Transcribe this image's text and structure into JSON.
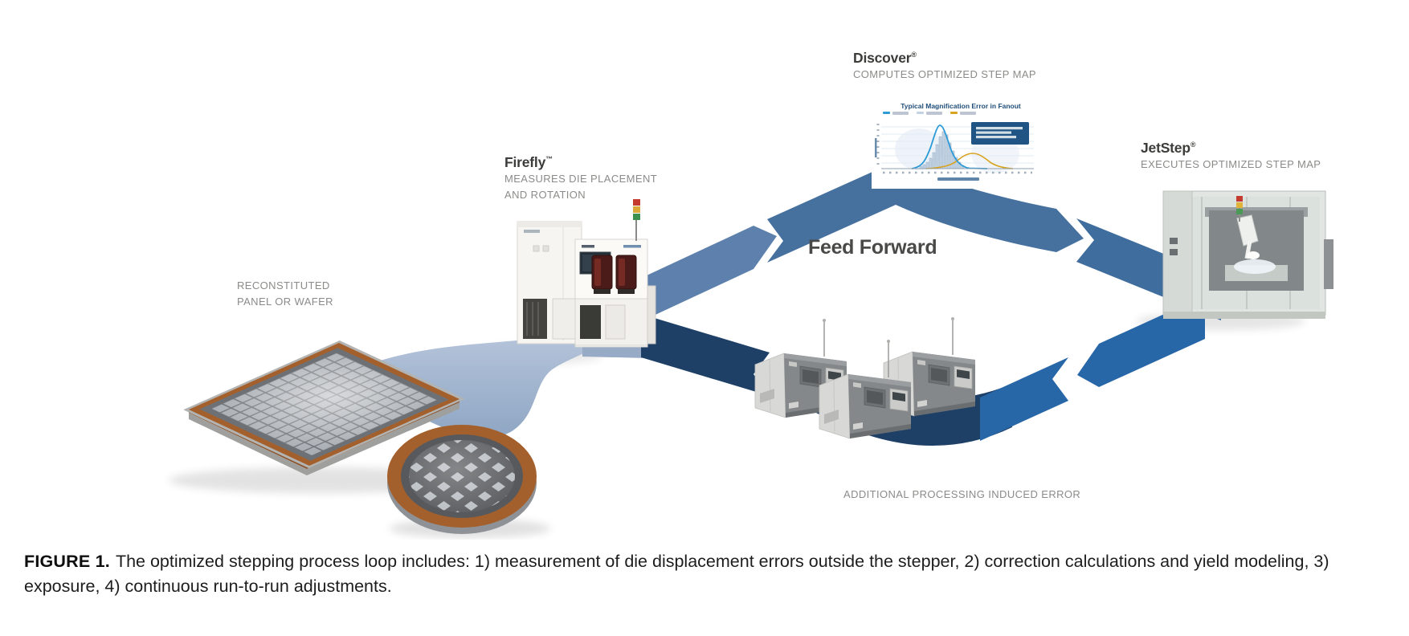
{
  "figure": {
    "caption_label": "FIGURE 1.",
    "caption_text": "The optimized stepping process loop includes: 1) measurement of die displacement errors outside the stepper, 2) correction calculations and yield modeling, 3) exposure, 4) continuous run-to-run adjustments."
  },
  "nodes": {
    "input": {
      "line1": "RECONSTITUTED",
      "line2": "PANEL OR WAFER"
    },
    "firefly": {
      "name": "Firefly",
      "mark": "™",
      "desc1": "MEASURES DIE PLACEMENT",
      "desc2": "AND ROTATION"
    },
    "discover": {
      "name": "Discover",
      "mark": "®",
      "desc": "COMPUTES OPTIMIZED STEP MAP"
    },
    "jetstep": {
      "name": "JetStep",
      "mark": "®",
      "desc": "EXECUTES OPTIMIZED STEP MAP"
    },
    "processing": {
      "desc": "ADDITIONAL PROCESSING INDUCED ERROR"
    },
    "loop": {
      "feed_forward": "Feed Forward"
    }
  },
  "chart": {
    "type": "histogram+line",
    "title": "Typical Magnification Error in Fanout",
    "legend_entries": 3,
    "series": [
      {
        "name": "blue-distribution-curve",
        "color": "#2e9bd6",
        "peak_position": "left-center",
        "relative_peak_height": 1.0
      },
      {
        "name": "gold-distribution-curve",
        "color": "#d9a421",
        "peak_position": "right-of-center",
        "relative_peak_height": 0.35
      },
      {
        "name": "histogram-bars",
        "color": "#c3d3e4"
      }
    ],
    "annotation_box_color": "#1f5484",
    "title_color": "#1f4e79"
  },
  "colors": {
    "arrow_light": "#5d81ac",
    "arrow_mid": "#46719f",
    "arrow_steel": "#3f6d9d",
    "arrow_bright": "#2766a7",
    "arrow_dark": "#1e4067",
    "arrow_tail": "#97abc6",
    "copper": "#a4602c",
    "brand_text": "#3c3c3a",
    "sub_text": "#8b8b89",
    "feed_text": "#494947"
  }
}
